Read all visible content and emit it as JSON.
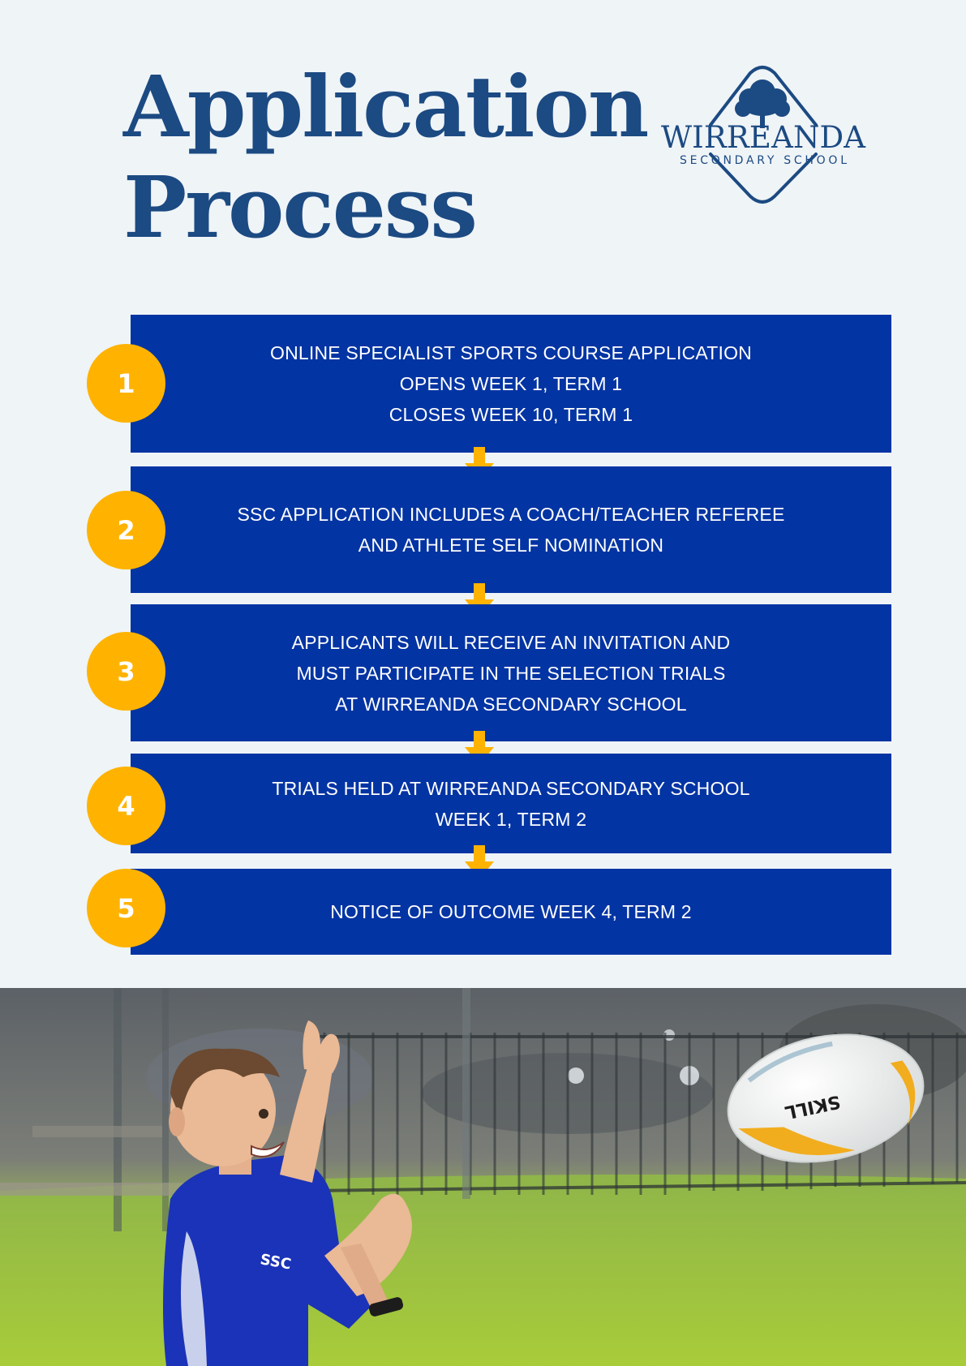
{
  "header": {
    "title_line1": "Application",
    "title_line2": "Process"
  },
  "logo": {
    "name": "WIRREANDA",
    "subtitle": "SECONDARY SCHOOL",
    "icon": "tree-diamond-emblem"
  },
  "steps": [
    {
      "number": "1",
      "lines": [
        "ONLINE SPECIALIST SPORTS COURSE APPLICATION",
        "OPENS WEEK 1, TERM 1",
        "CLOSES WEEK 10, TERM 1"
      ]
    },
    {
      "number": "2",
      "lines": [
        "SSC APPLICATION INCLUDES A COACH/TEACHER REFEREE",
        "AND ATHLETE SELF NOMINATION"
      ]
    },
    {
      "number": "3",
      "lines": [
        "APPLICANTS WILL RECEIVE AN INVITATION AND",
        "MUST PARTICIPATE IN THE SELECTION TRIALS",
        "AT WIRREANDA SECONDARY SCHOOL"
      ]
    },
    {
      "number": "4",
      "lines": [
        "TRIALS HELD AT WIRREANDA SECONDARY SCHOOL",
        "WEEK 1, TERM 2"
      ]
    },
    {
      "number": "5",
      "lines": [
        "NOTICE OF OUTCOME WEEK 4, TERM 2"
      ]
    }
  ],
  "photo": {
    "ball_text": "SKILL",
    "shirt_text": "SSC"
  },
  "colors": {
    "background": "#eff4f7",
    "title": "#1c4a82",
    "step_box": "#0334a3",
    "badge": "#ffb300"
  }
}
